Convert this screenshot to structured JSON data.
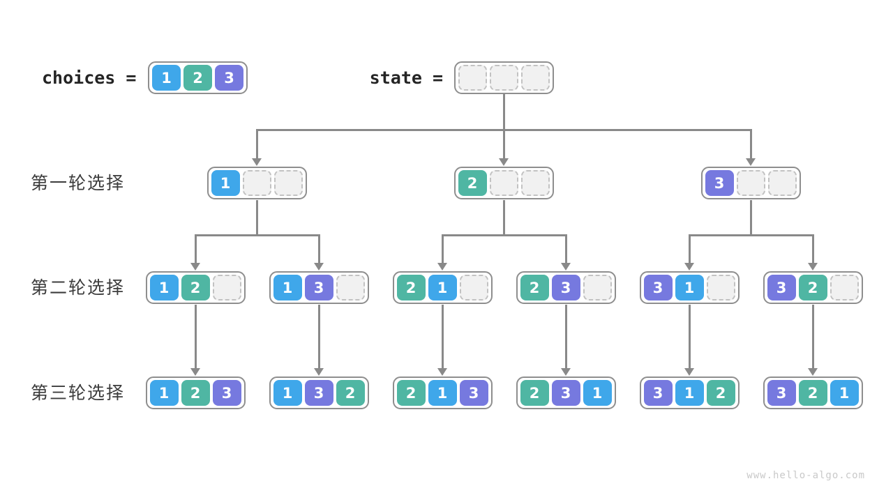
{
  "diagram": {
    "header": {
      "choices_label": "choices",
      "equals": "=",
      "choices_values": [
        1,
        2,
        3
      ],
      "state_label": "state",
      "state_values": [
        null,
        null,
        null
      ]
    },
    "rows": [
      {
        "label": "第一轮选择",
        "nodes": [
          [
            1,
            null,
            null
          ],
          [
            2,
            null,
            null
          ],
          [
            3,
            null,
            null
          ]
        ]
      },
      {
        "label": "第二轮选择",
        "nodes": [
          [
            1,
            2,
            null
          ],
          [
            1,
            3,
            null
          ],
          [
            2,
            1,
            null
          ],
          [
            2,
            3,
            null
          ],
          [
            3,
            1,
            null
          ],
          [
            3,
            2,
            null
          ]
        ]
      },
      {
        "label": "第三轮选择",
        "nodes": [
          [
            1,
            2,
            3
          ],
          [
            1,
            3,
            2
          ],
          [
            2,
            1,
            3
          ],
          [
            2,
            3,
            1
          ],
          [
            3,
            1,
            2
          ],
          [
            3,
            2,
            1
          ]
        ]
      }
    ],
    "watermark": "www.hello-algo.com",
    "colors": {
      "value1": "#3fa7ea",
      "value2": "#4fb6a3",
      "value3": "#7679df",
      "connector": "#898989",
      "node_border": "#8e8e8e",
      "empty_fill": "#f1f1f1",
      "empty_border": "#c2c2c2",
      "label_text": "#3c3c3c",
      "code_text": "#242424",
      "watermark_text": "#c9c9c9"
    }
  }
}
